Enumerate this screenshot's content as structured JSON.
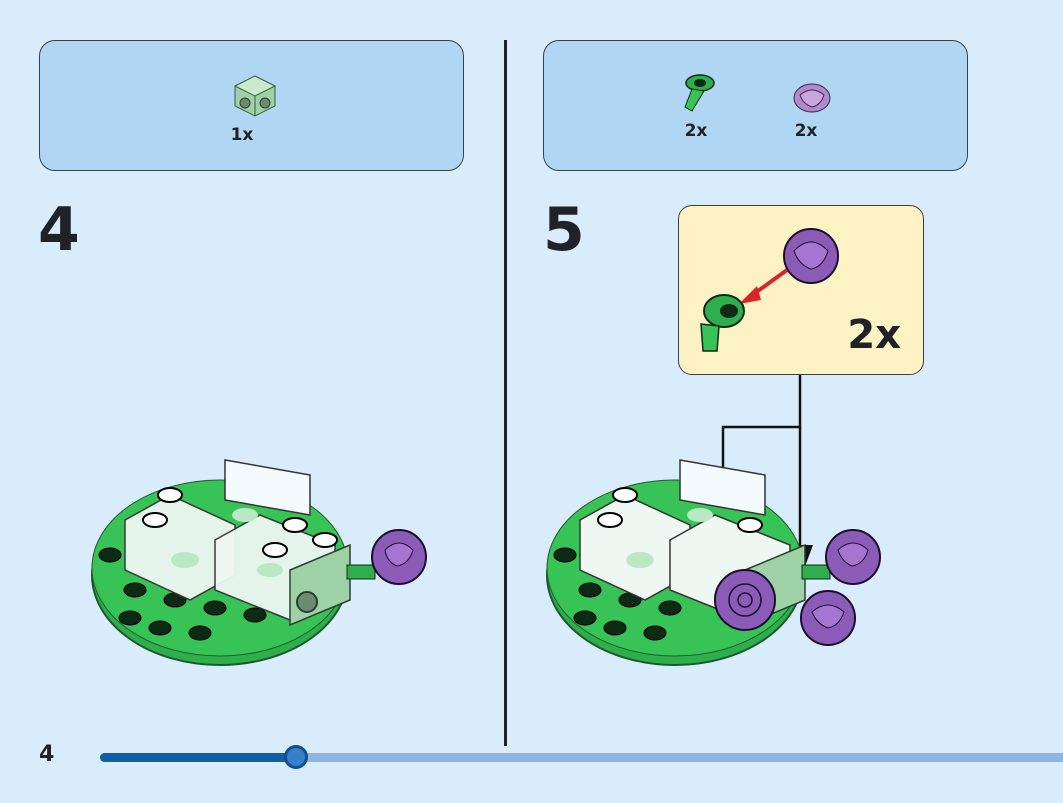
{
  "page_number": "4",
  "progress": {
    "fraction": 0.204
  },
  "steps": [
    {
      "number": "4",
      "parts": [
        {
          "icon": "light-green-brick-with-studs-icon",
          "qty": "1x"
        }
      ]
    },
    {
      "number": "5",
      "parts": [
        {
          "icon": "green-stem-piece-icon",
          "qty": "2x"
        },
        {
          "icon": "purple-rose-icon",
          "qty": "2x"
        }
      ],
      "callout": {
        "qty": "2x"
      }
    }
  ],
  "colors": {
    "background": "#d8ecfb",
    "parts_box": "#b0d6f4",
    "callout": "#fdf2c4",
    "green": "#2fae4d",
    "purple": "#8b5bb8",
    "arrow": "#d8242b"
  }
}
